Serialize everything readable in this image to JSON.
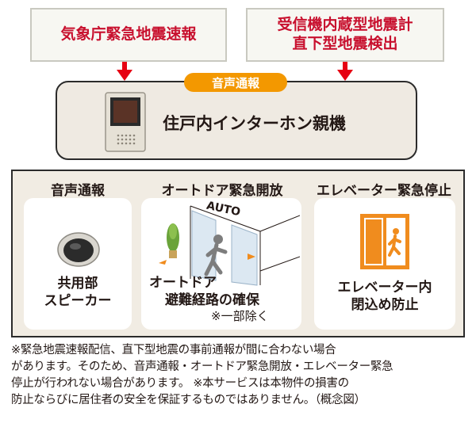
{
  "top_sources": [
    {
      "label": "気象庁緊急地震速報"
    },
    {
      "line1": "受信機内蔵型地震計",
      "line2": "直下型地震検出"
    }
  ],
  "badge": "音声通報",
  "main_device": "住戸内インターホン親機",
  "columns": [
    {
      "title": "音声通報",
      "caption_line1": "共用部",
      "caption_line2": "スピーカー"
    },
    {
      "title": "オートドア緊急開放",
      "auto_label": "AUTO",
      "caption_line1": "オートドア",
      "caption_line2": "避難経路の確保",
      "caption_line3": "※一部除く"
    },
    {
      "title": "エレベーター緊急停止",
      "caption_line1": "エレベーター内",
      "caption_line2": "閉込め防止"
    }
  ],
  "footnote_lines": [
    "※緊急地震速報配信、直下型地震の事前通報が間に合わない場合",
    "があります。そのため、音声通報・オートドア緊急開放・エレベーター緊急",
    "停止が行われない場合があります。 ※本サービスは本物件の損害の",
    "防止ならびに居住者の安全を保証するものではありません。（概念図）"
  ],
  "colors": {
    "accent_red": "#e60012",
    "text_red": "#c8102e",
    "badge_orange": "#f39800",
    "elevator_orange": "#f08c1e"
  }
}
